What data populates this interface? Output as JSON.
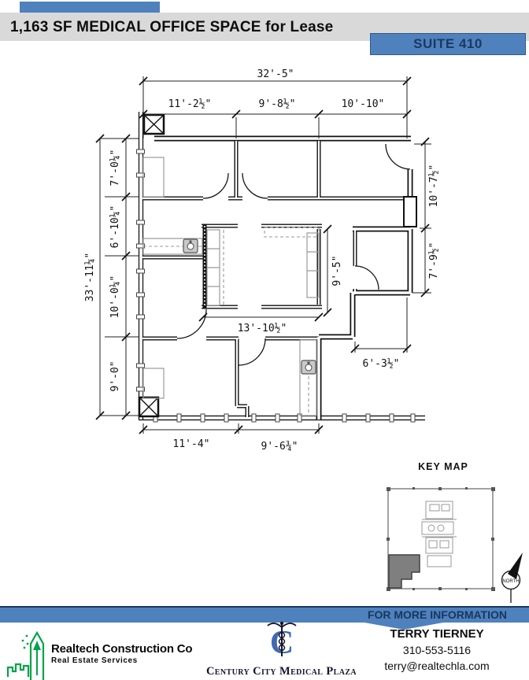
{
  "header": {
    "title": "1,163 SF MEDICAL OFFICE SPACE for Lease",
    "suite_badge": "SUITE 410"
  },
  "colors": {
    "accent_blue": "#4F81BD",
    "navy_text": "#17375D",
    "band_gray": "#D9D9D9",
    "suite_fill": "#7F7F7F",
    "realtech_green": "#00A34A",
    "century_blue": "#4169B2"
  },
  "floor_plan": {
    "dimensions": {
      "top_overall": "32'-5\"",
      "top_segments": [
        "11'-2½\"",
        "9'-8½\"",
        "10'-10\""
      ],
      "left_overall": "33'-11¼\"",
      "left_segments": [
        "7'-0¼\"",
        "6'-10¼\"",
        "10'-0¼\"",
        "9'-0\""
      ],
      "right_segments": [
        "10'-7½\"",
        "7'-9½\""
      ],
      "bottom_segments": [
        "11'-4\"",
        "9'-6¾\""
      ],
      "bottom_right": "6'-3½\"",
      "center_width": "13'-10½\"",
      "center_height": "9'-5\""
    }
  },
  "key_map": {
    "title": "KEY MAP",
    "north_label": "NORTH"
  },
  "footer": {
    "info_banner": "FOR MORE INFORMATION",
    "contact": {
      "name": "TERRY TIERNEY",
      "phone": "310-553-5116",
      "email": "terry@realtechla.com"
    },
    "realtech": {
      "name": "Realtech  Construction  Co",
      "tagline": "Real  Estate  Services"
    },
    "century": {
      "name": "Century City Medical Plaza"
    }
  }
}
